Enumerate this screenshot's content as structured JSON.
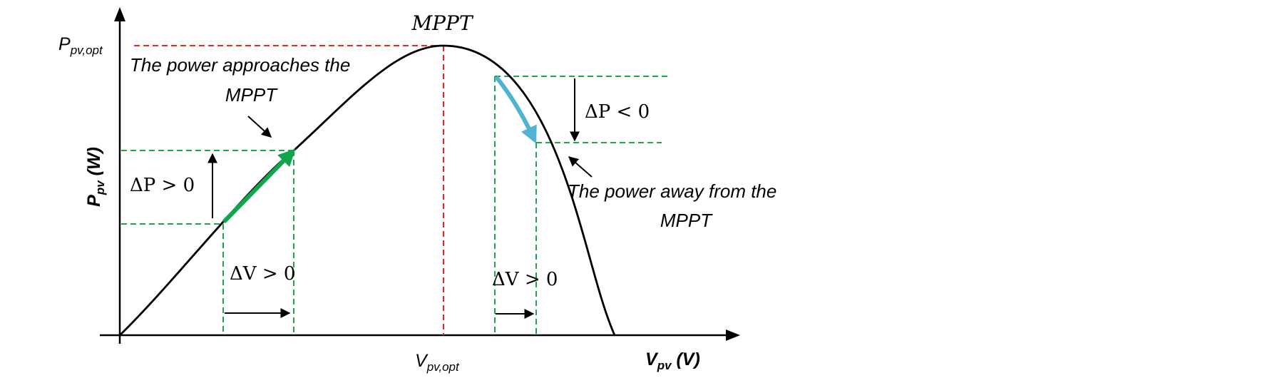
{
  "title": "MPPT",
  "axes": {
    "y_label_main": "P",
    "y_label_sub": "pv",
    "y_label_unit": " (W)",
    "x_label_main": "V",
    "x_label_sub": "pv",
    "x_label_unit": " (V)",
    "y_tick_main": "P",
    "y_tick_sub": "pv,opt",
    "x_tick_main": "V",
    "x_tick_sub": "pv,opt"
  },
  "annotations": {
    "approach_line1": "The power approaches the",
    "approach_line2": "MPPT",
    "away_line1": "The power away from the",
    "away_line2": "MPPT",
    "dp_positive": "ΔP > 0",
    "dp_negative": "ΔP < 0",
    "dv_left": "ΔV > 0",
    "dv_right": "ΔV > 0"
  },
  "colors": {
    "curve": "#000000",
    "optimum_guides": "#e8262a",
    "step_guides": "#1aa84a",
    "approach_arrow": "#12a64a",
    "away_arrow": "#4fb3d1"
  }
}
